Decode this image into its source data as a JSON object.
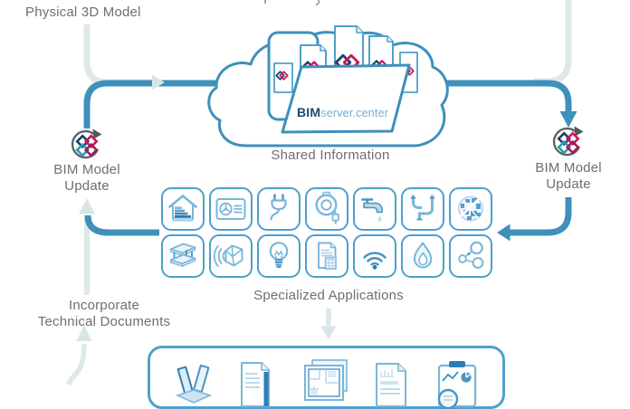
{
  "colors": {
    "flow_blue": "#3d91ba",
    "flow_pale": "#dde8e8",
    "cell_border": "#4fa0ca",
    "icon_light": "#7ab6d9",
    "icon_medium": "#4a94c4",
    "icon_dark": "#2d7fb5",
    "logo_navy": "#1d3f66",
    "logo_crimson": "#c9175e",
    "logo_teal": "#2a9db0",
    "logo_magenta": "#a11c5c",
    "brand_navy": "#1e4a6e",
    "brand_light_blue": "#74aed2",
    "text_gray": "#6f6f6f"
  },
  "labels": {
    "physical_model": "Physical 3D Model",
    "shared_information": "Shared Information",
    "specialized_applications": "Specialized Applications",
    "incorporate_line1": "Incorporate",
    "incorporate_line2": "Technical Documents",
    "bim_update_line1": "BIM Model",
    "bim_update_line2": "Update",
    "brand_bold": "BIM",
    "brand_rest": "server.center"
  },
  "cloud": {
    "shared_document_count": 5,
    "folder_brand": "BIMserver.center"
  },
  "specialized_applications": {
    "icons_row1": [
      "house-energy",
      "hvac-unit",
      "electrical-plug",
      "hose-reel",
      "water-tap",
      "drain-pipes",
      "urban-map"
    ],
    "icons_row2": [
      "building-structure",
      "acoustics-cube",
      "light-bulb",
      "quantities-document",
      "wifi-signal",
      "gas-flame",
      "particles"
    ]
  },
  "technical_documents": {
    "icons": [
      "books",
      "text-document",
      "blueprint",
      "report-document",
      "clipboard-charts"
    ]
  }
}
